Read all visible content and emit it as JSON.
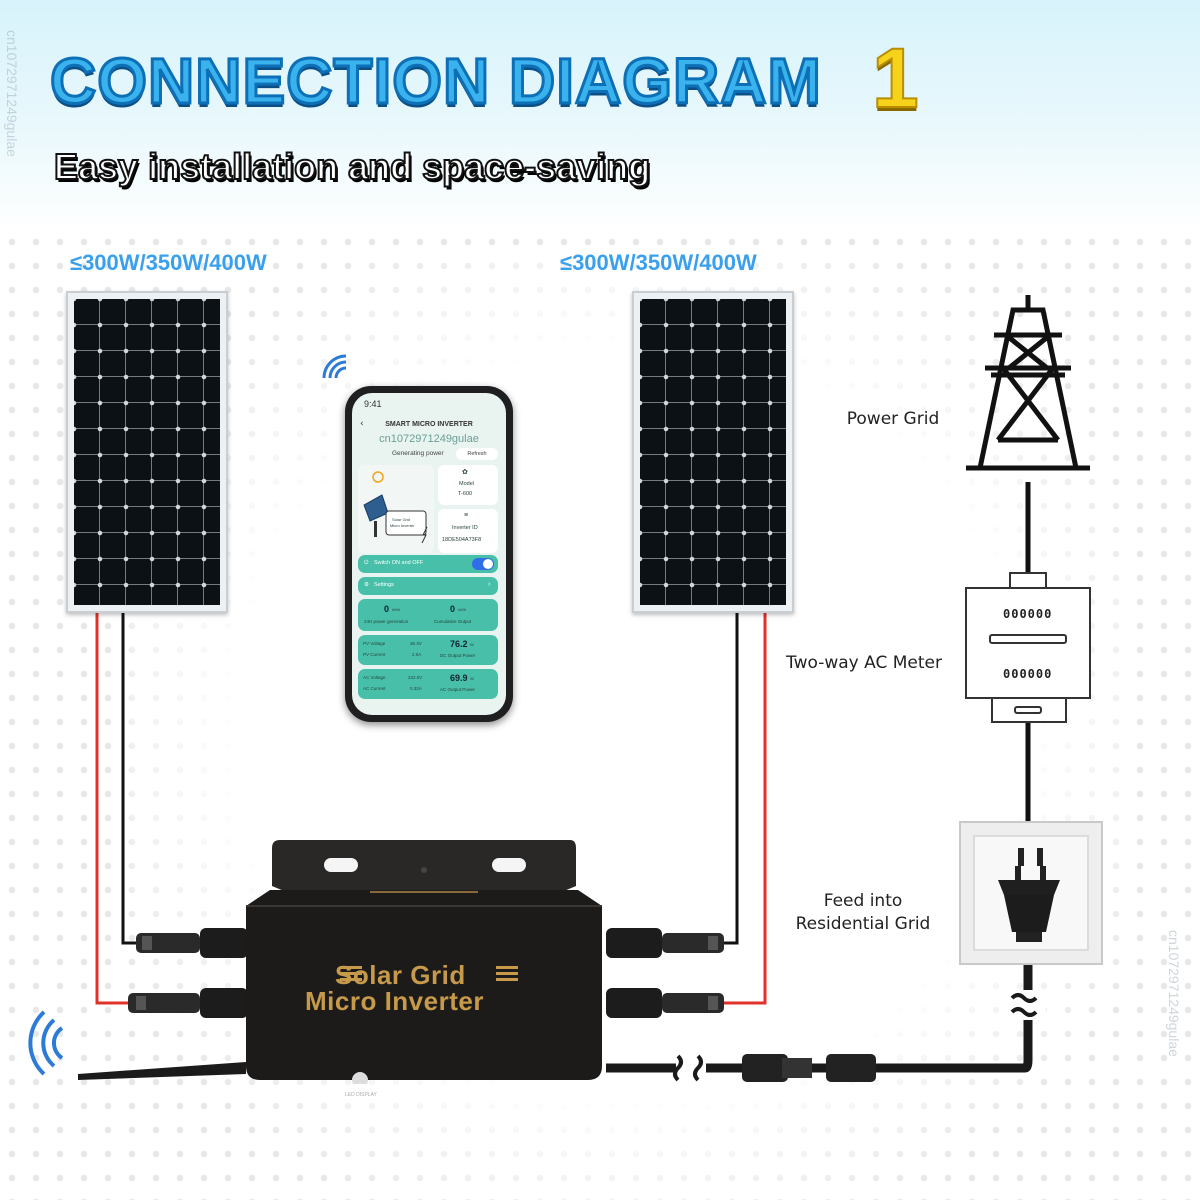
{
  "header": {
    "title": "CONNECTION DIAGRAM",
    "title_number": "1",
    "subtitle": "Easy installation and space-saving",
    "watermark": "cn1072971249gulae"
  },
  "panels": {
    "left_rating": "≤300W/350W/400W",
    "right_rating": "≤300W/350W/400W"
  },
  "labels": {
    "power_grid": "Power Grid",
    "meter": "Two-way AC Meter",
    "feed_line1": "Feed into",
    "feed_line2": "Residential Grid"
  },
  "phone": {
    "time": "9:41",
    "app_title": "SMART MICRO INVERTER",
    "watermark": "cn1072971249gulae",
    "generating": "Generating power",
    "refresh": "Refresh",
    "model_label": "Model",
    "model_value": "T-600",
    "inverter_id_label": "Inverter ID",
    "inverter_id_value": "18DE504A73F8",
    "diagram_text1": "Solar Grid",
    "diagram_text2": "Micro Inverter",
    "switch_label": "Switch ON and OFF",
    "switch_on": true,
    "settings_label": "Settings",
    "gen24_value": "0",
    "gen24_unit": "kWh",
    "gen24_label": "24H power generation",
    "cum_value": "0",
    "cum_unit": "kWh",
    "cum_label": "Cumulative Output",
    "pv_voltage_label": "PV Voltage",
    "pv_voltage_value": "36.3V",
    "pv_current_label": "PV Current",
    "pv_current_value": "2.0A",
    "dc_power_value": "76.2",
    "dc_power_unit": "W",
    "dc_power_label": "DC Output Power",
    "ac_voltage_label": "AC Voltage",
    "ac_voltage_value": "222.0V",
    "ac_current_label": "AC Current",
    "ac_current_value": "0.32A",
    "ac_power_value": "69.9",
    "ac_power_unit": "W",
    "ac_power_label": "AC Output Power"
  },
  "inverter": {
    "line1": "Solar Grid",
    "line2": "Micro Inverter",
    "led_label": "LED DISPLAY"
  },
  "meter_digits": {
    "top": "000000",
    "bottom": "000000"
  },
  "colors": {
    "accent_blue": "#3aa0ee",
    "title_yellow": "#f7d21a",
    "wire_red": "#e0322a",
    "wire_black": "#111111",
    "app_teal": "#48c0a9",
    "inverter_gold": "#c69a4a"
  }
}
